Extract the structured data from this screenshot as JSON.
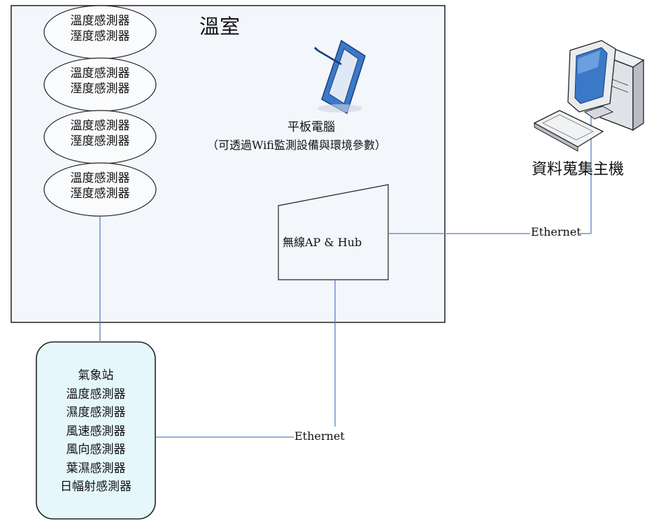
{
  "greenhouse": {
    "title": "溫室",
    "sensor_pairs": [
      {
        "line1": "溫度感測器",
        "line2": "溼度感測器"
      },
      {
        "line1": "溫度感測器",
        "line2": "溼度感測器"
      },
      {
        "line1": "溫度感測器",
        "line2": "溼度感測器"
      },
      {
        "line1": "溫度感測器",
        "line2": "溼度感測器"
      }
    ],
    "tablet": {
      "name": "平板電腦",
      "note": "（可透過Wifi監測設備與環境參數）"
    },
    "ap": {
      "label": "無線AP & Hub"
    }
  },
  "host": {
    "label": "資料蒐集主機"
  },
  "links": {
    "ap_to_host": "Ethernet",
    "station_to_ap": "Ethernet"
  },
  "weather_station": {
    "lines": [
      "氣象站",
      "溫度感測器",
      "濕度感測器",
      "風速感測器",
      "風向感測器",
      "葉濕感測器",
      "日幅射感測器"
    ]
  },
  "colors": {
    "greenhouse_fill": "#f3f6fb",
    "station_fill": "#e6f7fb",
    "link": "#5b7fc4",
    "device_blue": "#3c78c8"
  }
}
